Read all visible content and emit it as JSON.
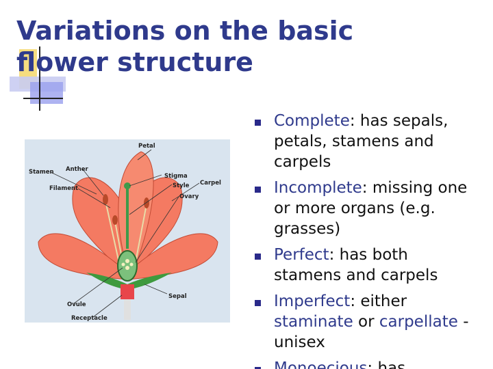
{
  "slide": {
    "title": "Variations on the basic flower structure"
  },
  "diagram": {
    "labels": {
      "petal": "Petal",
      "stamen": "Stamen",
      "anther": "Anther",
      "filament": "Filament",
      "stigma": "Stigma",
      "style": "Style",
      "carpel": "Carpel",
      "ovary": "Ovary",
      "sepal": "Sepal",
      "ovule": "Ovule",
      "receptacle": "Receptacle"
    }
  },
  "bullets": [
    {
      "term": "Complete",
      "rest": ": has sepals, petals, stamens and carpels"
    },
    {
      "term": "Incomplete",
      "rest": ": missing one or more organs (e.g. grasses)"
    },
    {
      "term": "Perfect",
      "rest": ": has both stamens and carpels"
    },
    {
      "term": "Imperfect",
      "rest": ": either ",
      "term2": "staminate",
      "mid": " or ",
      "term3": "carpellate",
      "rest2": " - unisex"
    },
    {
      "term": "Monoecious",
      "rest": ": has"
    }
  ],
  "colors": {
    "title": "#2f3a8c",
    "bullet_marker": "#2a2a8a",
    "petal": "#f47a62",
    "diagram_bg": "#d9e4ef"
  }
}
